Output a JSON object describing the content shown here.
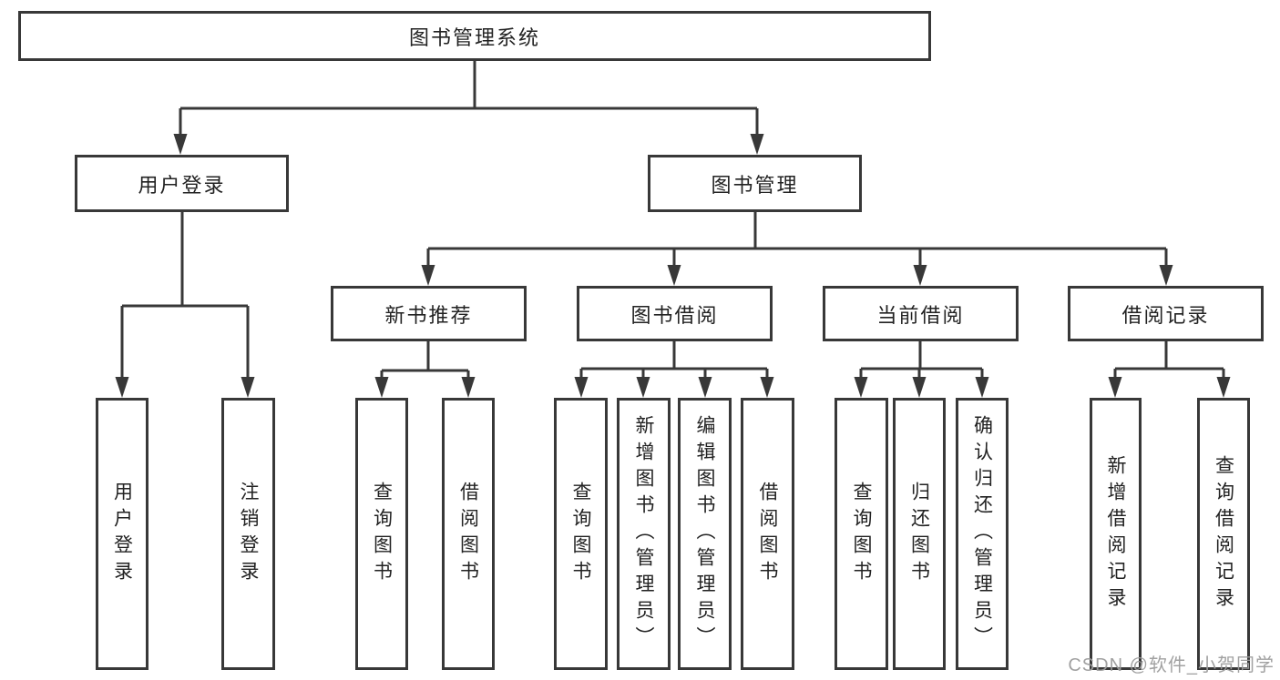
{
  "diagram": {
    "title": "图书管理系统",
    "root": {
      "label": "图书管理系统"
    },
    "level2": [
      {
        "label": "用户登录"
      },
      {
        "label": "图书管理"
      }
    ],
    "level3": [
      {
        "label": "新书推荐"
      },
      {
        "label": "图书借阅"
      },
      {
        "label": "当前借阅"
      },
      {
        "label": "借阅记录"
      }
    ],
    "leaves": {
      "user": [
        "用户登录",
        "注销登录"
      ],
      "recommend": [
        "查询图书",
        "借阅图书"
      ],
      "borrow": [
        "查询图书",
        "新增图书（管理员）",
        "编辑图书（管理员）",
        "借阅图书"
      ],
      "current": [
        "查询图书",
        "归还图书",
        "确认归还（管理员）"
      ],
      "records": [
        "新增借阅记录",
        "查询借阅记录"
      ]
    },
    "colors": {
      "line": "#383838",
      "text": "#222222",
      "watermark": "#9c9c9c",
      "background": "#ffffff"
    }
  },
  "watermark": {
    "text": "CSDN @软件_小贺同学"
  }
}
